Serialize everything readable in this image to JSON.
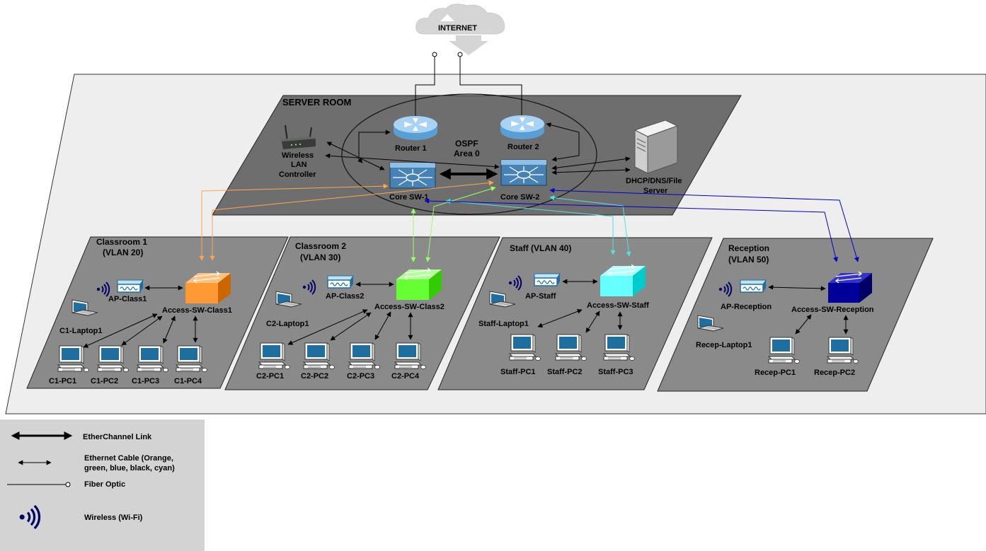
{
  "internet": {
    "label": "INTERNET"
  },
  "server_room": {
    "title": "SERVER ROOM",
    "ospf_label": "OSPF",
    "ospf_area": "Area 0",
    "router1": "Router 1",
    "router2": "Router 2",
    "wlc_line1": "Wireless",
    "wlc_line2": "LAN",
    "wlc_line3": "Controller",
    "core1": "Core SW-1",
    "core2": "Core SW-2",
    "server_line1": "DHCP/DNS/File",
    "server_line2": "Server"
  },
  "zones": [
    {
      "title_line1": "Classroom 1",
      "title_line2": "(VLAN 20)",
      "ap": "AP-Class1",
      "switch": "Access-SW-Class1",
      "laptop": "C1-Laptop1",
      "pcs": [
        "C1-PC1",
        "C1-PC2",
        "C1-PC3",
        "C1-PC4"
      ]
    },
    {
      "title_line1": "Classroom 2",
      "title_line2": "(VLAN 30)",
      "ap": "AP-Class2",
      "switch": "Access-SW-Class2",
      "laptop": "C2-Laptop1",
      "pcs": [
        "C2-PC1",
        "C2-PC2",
        "C2-PC3",
        "C2-PC4"
      ]
    },
    {
      "title_line1": "Staff (VLAN 40)",
      "title_line2": "",
      "ap": "AP-Staff",
      "switch": "Access-SW-Staff",
      "laptop": "Staff-Laptop1",
      "pcs": [
        "Staff-PC1",
        "Staff-PC2",
        "Staff-PC3"
      ]
    },
    {
      "title_line1": "Reception",
      "title_line2": "(VLAN 50)",
      "ap": "AP-Reception",
      "switch": "Access-SW-Reception",
      "laptop": "Recep-Laptop1",
      "pcs": [
        "Recep-PC1",
        "Recep-PC2"
      ]
    }
  ],
  "colors": {
    "orange": "#ffa64d",
    "green": "#99ff66",
    "cyan": "#55e0e0",
    "blue": "#0000cc",
    "switch_orange": "#ff9933",
    "switch_green": "#66ff33",
    "switch_cyan": "#66ffff",
    "switch_navy": "#000099",
    "device_blue": "#1e6fa0"
  },
  "legend": {
    "etherchannel": "EtherChannel  Link",
    "ethernet_line1": "Ethernet Cable (Orange,",
    "ethernet_line2": "green, blue, black, cyan)",
    "fiber": "Fiber Optic",
    "wireless": "Wireless (Wi-Fi)"
  }
}
